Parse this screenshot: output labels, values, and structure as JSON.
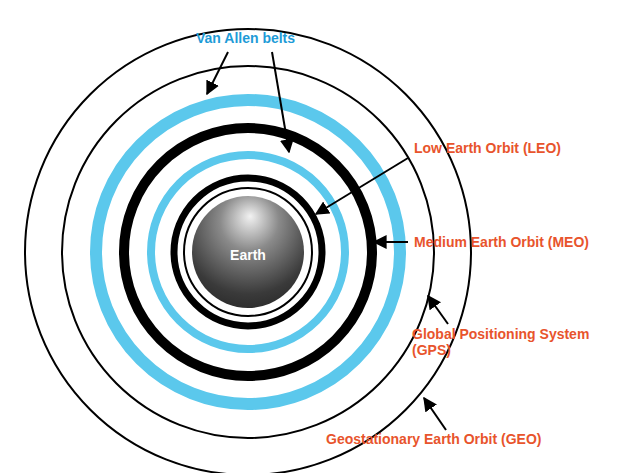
{
  "diagram": {
    "nodes": [
      {
        "text": [
          "Earth"
        ]
      }
    ],
    "labels": [
      "Van Allen belts",
      "Low Earth Orbit (LEO)",
      "Medium Earth Orbit (MEO)",
      "Global Positioning System (GPS)",
      "Geostationary Earth Orbit (GEO)"
    ]
  }
}
